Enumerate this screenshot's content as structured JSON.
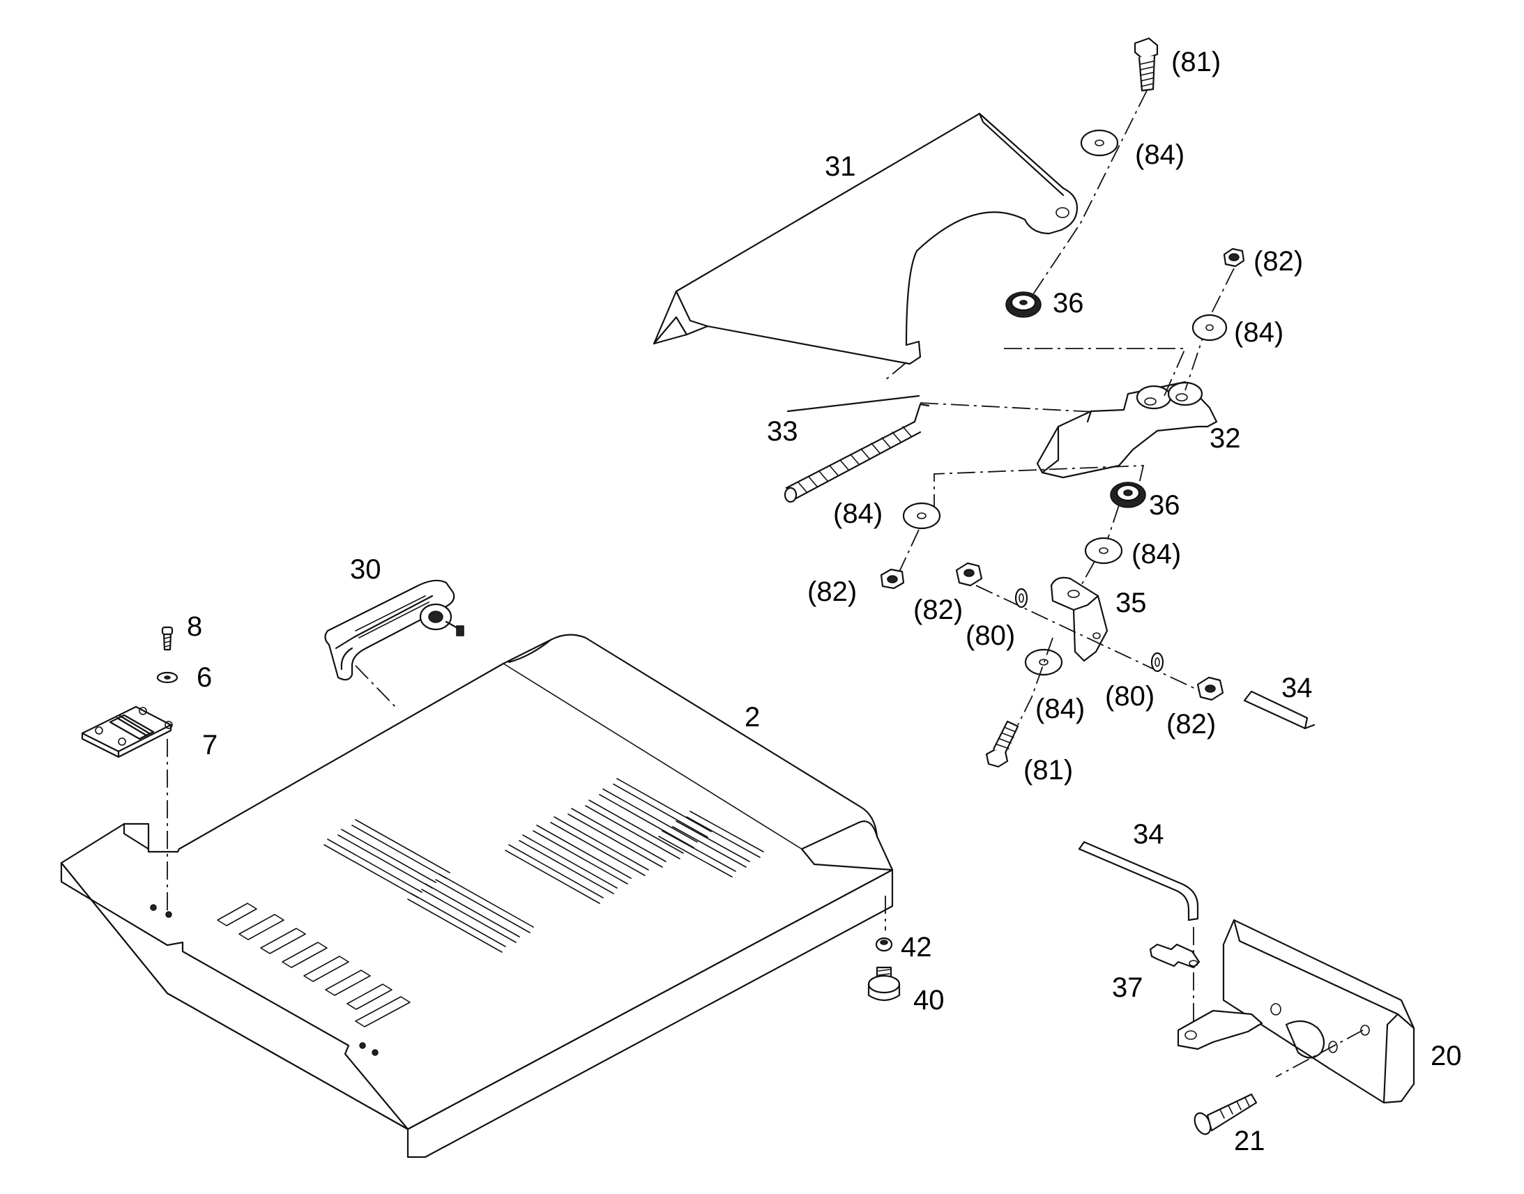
{
  "callouts": [
    {
      "id": "c81a",
      "text": "(81)"
    },
    {
      "id": "c84a",
      "text": "(84)"
    },
    {
      "id": "c31",
      "text": "31"
    },
    {
      "id": "c82a",
      "text": "(82)"
    },
    {
      "id": "c36a",
      "text": "36"
    },
    {
      "id": "c84b",
      "text": "(84)"
    },
    {
      "id": "c33",
      "text": "33"
    },
    {
      "id": "c32",
      "text": "32"
    },
    {
      "id": "c84c",
      "text": "(84)"
    },
    {
      "id": "c36b",
      "text": "36"
    },
    {
      "id": "c84d",
      "text": "(84)"
    },
    {
      "id": "c30",
      "text": "30"
    },
    {
      "id": "c82b",
      "text": "(82)"
    },
    {
      "id": "c82c",
      "text": "(82)"
    },
    {
      "id": "c35",
      "text": "35"
    },
    {
      "id": "c80a",
      "text": "(80)"
    },
    {
      "id": "c8",
      "text": "8"
    },
    {
      "id": "c6",
      "text": "6"
    },
    {
      "id": "c34a",
      "text": "34"
    },
    {
      "id": "c2",
      "text": "2"
    },
    {
      "id": "c84e",
      "text": "(84)"
    },
    {
      "id": "c80b",
      "text": "(80)"
    },
    {
      "id": "c82d",
      "text": "(82)"
    },
    {
      "id": "c7",
      "text": "7"
    },
    {
      "id": "c81b",
      "text": "(81)"
    },
    {
      "id": "c34b",
      "text": "34"
    },
    {
      "id": "c42",
      "text": "42"
    },
    {
      "id": "c37",
      "text": "37"
    },
    {
      "id": "c40",
      "text": "40"
    },
    {
      "id": "c20",
      "text": "20"
    },
    {
      "id": "c21",
      "text": "21"
    }
  ]
}
